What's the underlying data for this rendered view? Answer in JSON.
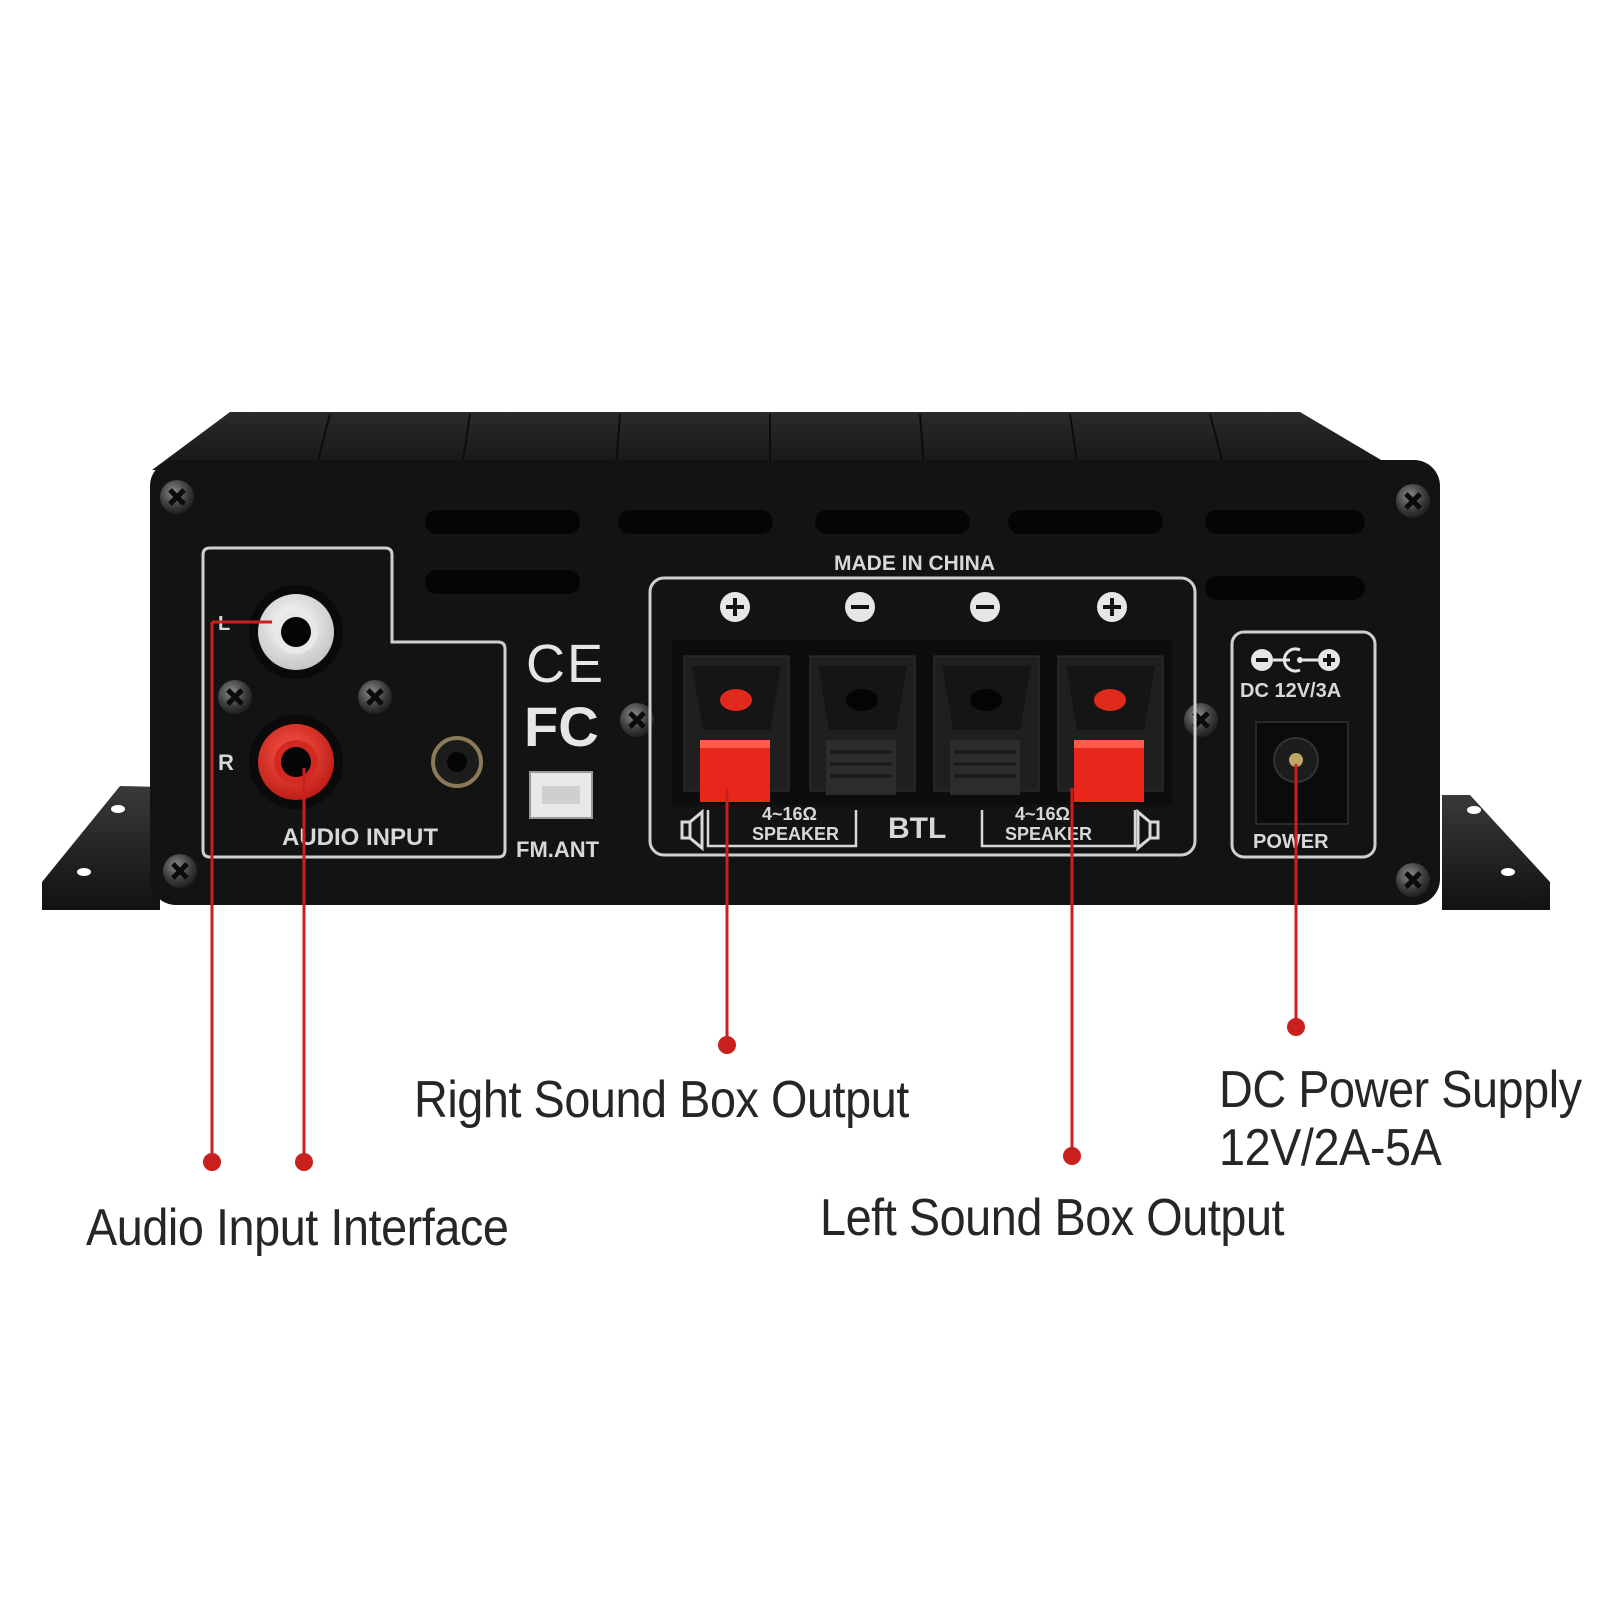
{
  "panel": {
    "made_in": "MADE IN CHINA",
    "ce_mark": "CE",
    "fc_mark": "FC",
    "rca_left": "L",
    "rca_right": "R",
    "audio_input": "AUDIO INPUT",
    "fm_ant": "FM.ANT",
    "speaker_rating": "4~16Ω",
    "speaker_word": "SPEAKER",
    "btl": "BTL",
    "dc_rating": "DC 12V/3A",
    "power": "POWER",
    "polarity": [
      "+",
      "−",
      "−",
      "+"
    ]
  },
  "callouts": {
    "right_output": "Right Sound Box Output",
    "dc_supply_line1": "DC Power Supply",
    "dc_supply_line2": "12V/2A-5A",
    "audio_input_interface": "Audio Input Interface",
    "left_output": "Left Sound Box Output"
  },
  "colors": {
    "accent_red": "#c8201e",
    "body": "#121212",
    "panel_text": "#d8d8d8"
  },
  "icons": [
    "screw-icon",
    "ce-mark-icon",
    "fc-mark-icon",
    "dc-polarity-icon",
    "speaker-icon"
  ]
}
